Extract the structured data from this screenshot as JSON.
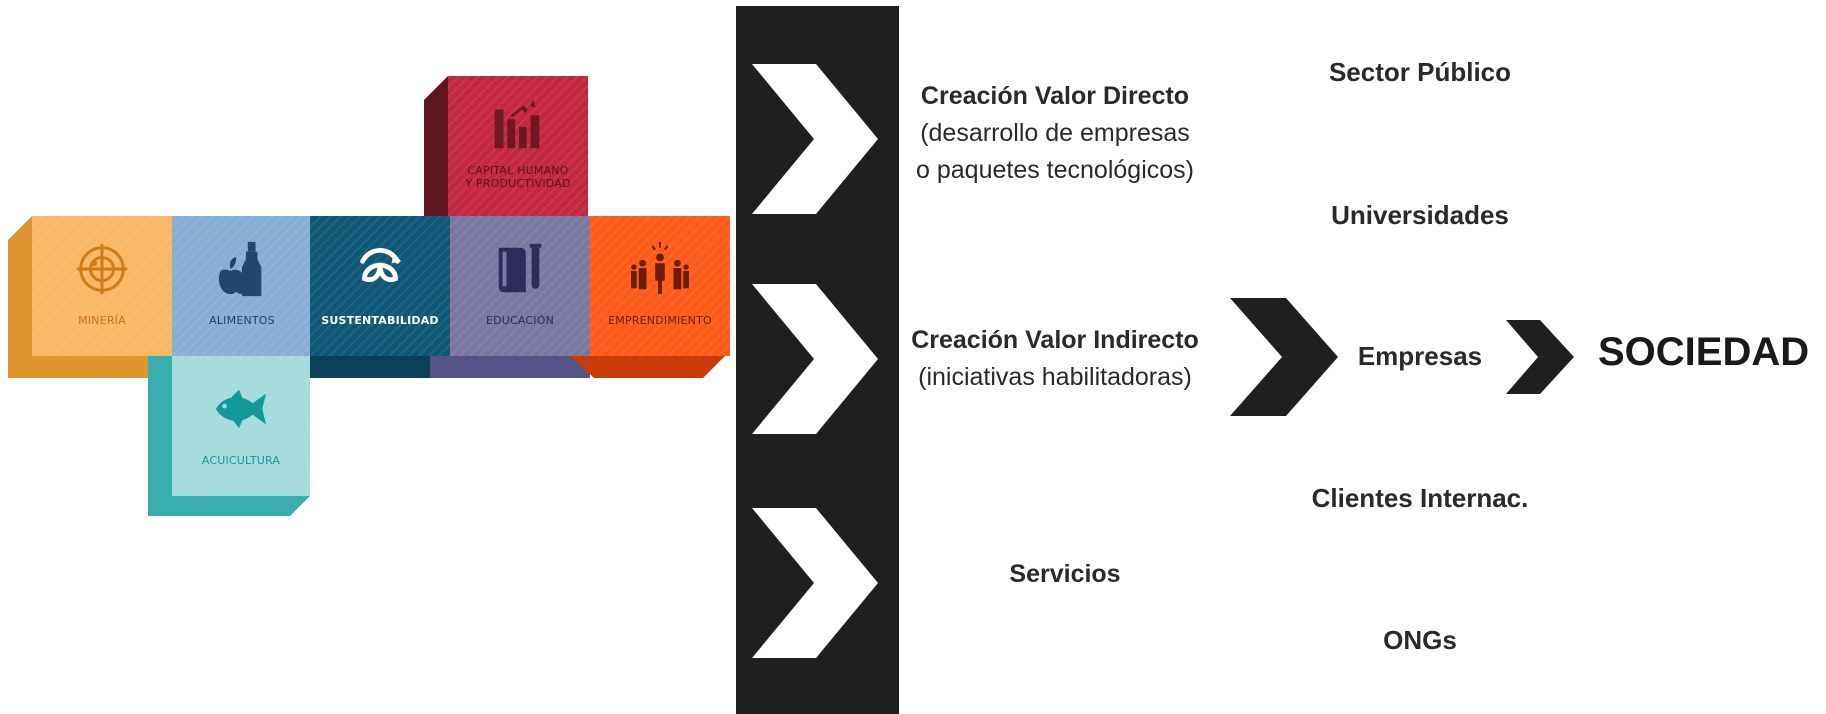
{
  "sectors": {
    "capital": {
      "label_line1": "CAPITAL HUMANO",
      "label_line2": "Y PRODUCTIVIDAD",
      "icon": "bar-chart-growth-icon",
      "color": "#c2273f"
    },
    "mineria": {
      "label": "MINERÍA",
      "icon": "compass-target-icon",
      "color": "#f9b665"
    },
    "alimentos": {
      "label": "ALIMENTOS",
      "icon": "apple-bottle-icon",
      "color": "#86aed6"
    },
    "sustentabilidad": {
      "label": "SUSTENTABILIDAD",
      "icon": "leaf-cycle-icon",
      "color": "#0e5876"
    },
    "educacion": {
      "label": "EDUCACIÓN",
      "icon": "book-flask-icon",
      "color": "#7a78a0"
    },
    "emprendimiento": {
      "label": "EMPRENDIMIENTO",
      "icon": "people-idea-icon",
      "color": "#ff5a1a"
    },
    "acuicultura": {
      "label": "ACUICULTURA",
      "icon": "fish-icon",
      "color": "#a4dcdc"
    }
  },
  "value_creation": {
    "directo": {
      "title": "Creación Valor Directo",
      "line2": "(desarrollo de empresas",
      "line3": "o paquetes tecnológicos)"
    },
    "indirecto": {
      "title": "Creación Valor Indirecto",
      "line2": "(iniciativas habilitadoras)"
    },
    "servicios": {
      "title": "Servicios"
    }
  },
  "stakeholders": {
    "sector_publico": "Sector Público",
    "universidades": "Universidades",
    "empresas": "Empresas",
    "clientes": "Clientes Internac.",
    "ongs": "ONGs"
  },
  "outcome": "SOCIEDAD",
  "colors": {
    "bar": "#1f1f1f",
    "chevron": "#ffffff",
    "arrow": "#1f1f1f",
    "text": "#2a2a2a"
  }
}
